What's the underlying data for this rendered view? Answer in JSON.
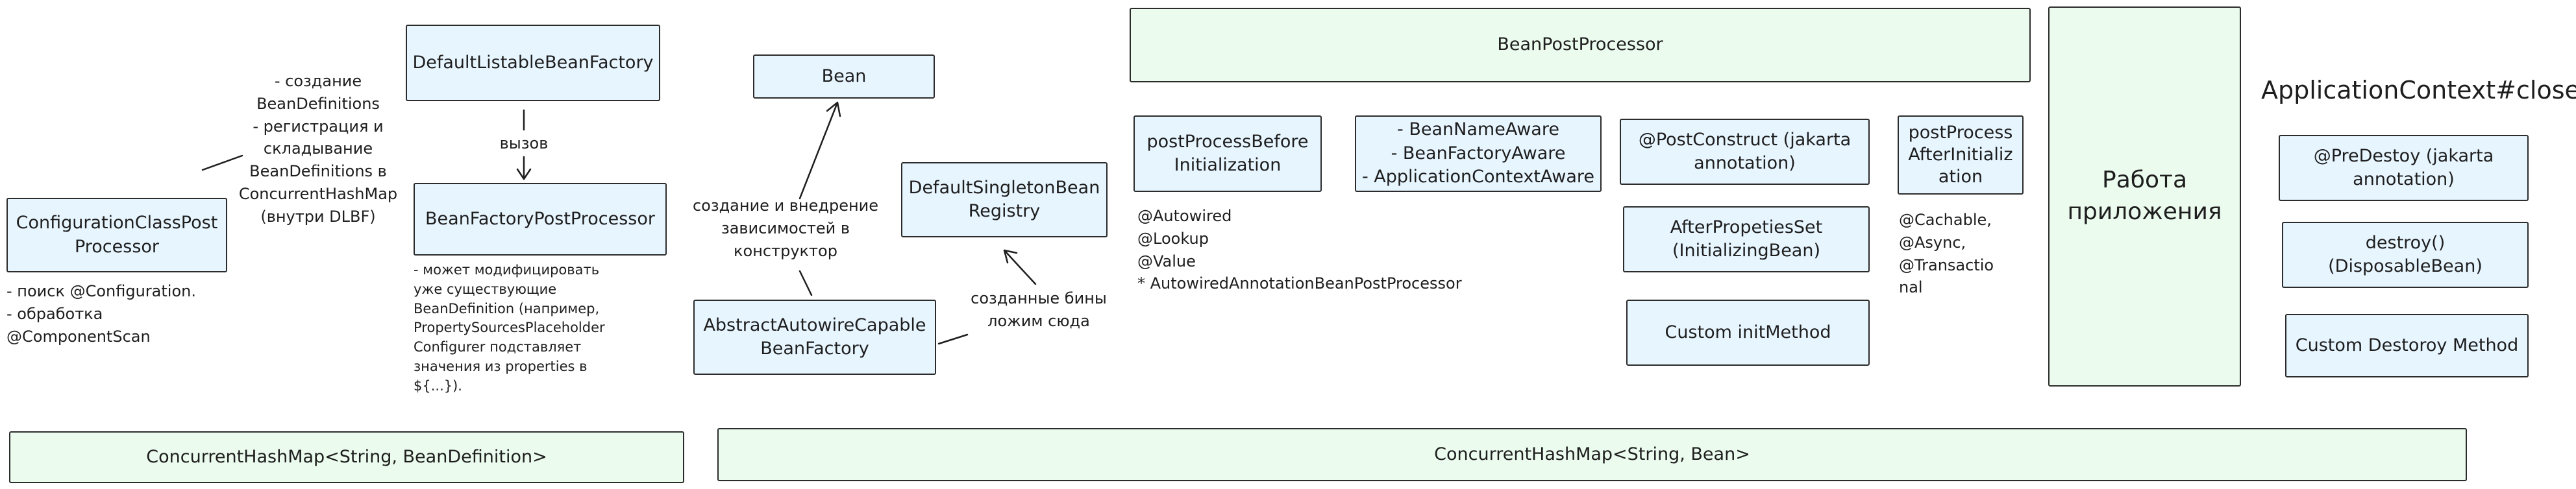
{
  "boxes": {
    "config_class_post_processor": "ConfigurationClassPost\nProcessor",
    "default_listable_bean_factory": "DefaultListableBeanFactory",
    "bean_factory_post_processor": "BeanFactoryPostProcessor",
    "bean": "Bean",
    "default_singleton_bean_registry": "DefaultSingletonBean\nRegistry",
    "abstract_autowire_capable_bean_factory": "AbstractAutowireCapable\nBeanFactory",
    "bean_post_processor": "BeanPostProcessor",
    "post_process_before_initialization": "postProcessBefore\nInitialization",
    "aware_interfaces": "- BeanNameAware\n- BeanFactoryAware\n- ApplicationContextAware",
    "post_construct": "@PostConstruct (jakarta\nannotation)",
    "post_process_after_initialization": "postProcess\nAfterInitializ\nation",
    "after_properties_set": "AfterPropetiesSet\n(InitializingBean)",
    "custom_init_method": "Custom initMethod",
    "app_running": "Работа\nприложения",
    "pre_destroy": "@PreDestoy (jakarta\nannotation)",
    "destroy": "destroy()\n(DisposableBean)",
    "custom_destroy_method": "Custom Destoroy Method",
    "bean_definition_map": "ConcurrentHashMap<String, BeanDefinition>",
    "bean_map": "ConcurrentHashMap<String, Bean>"
  },
  "labels": {
    "dlbf_note": "- создание\nBeanDefinitions\n- регистрация и\nскладывание\nBeanDefinitions в\nConcurrentHashMap\n(внутри DLBF)",
    "call": "вызов",
    "config_note": "- поиск @Configuration.\n- обработка\n@ComponentScan",
    "bfpp_note": "- может модифицировать\nуже существующие\nBeanDefinition (например,\nPropertySourcesPlaceholder\nConfigurer подставляет\nзначения из properties в\n${...}).",
    "create_inject": "создание и внедрение\nзависимостей в\nконструктор",
    "created_beans": "созданные бины\nложим сюда",
    "before_init_annotations": "@Autowired\n@Lookup\n@Value\n* AutowiredAnnotationBeanPostProcessor",
    "after_init_annotations": "@Cachable,\n@Async,\n@Transactio\nnal",
    "context_close": "ApplicationContext#close()"
  }
}
